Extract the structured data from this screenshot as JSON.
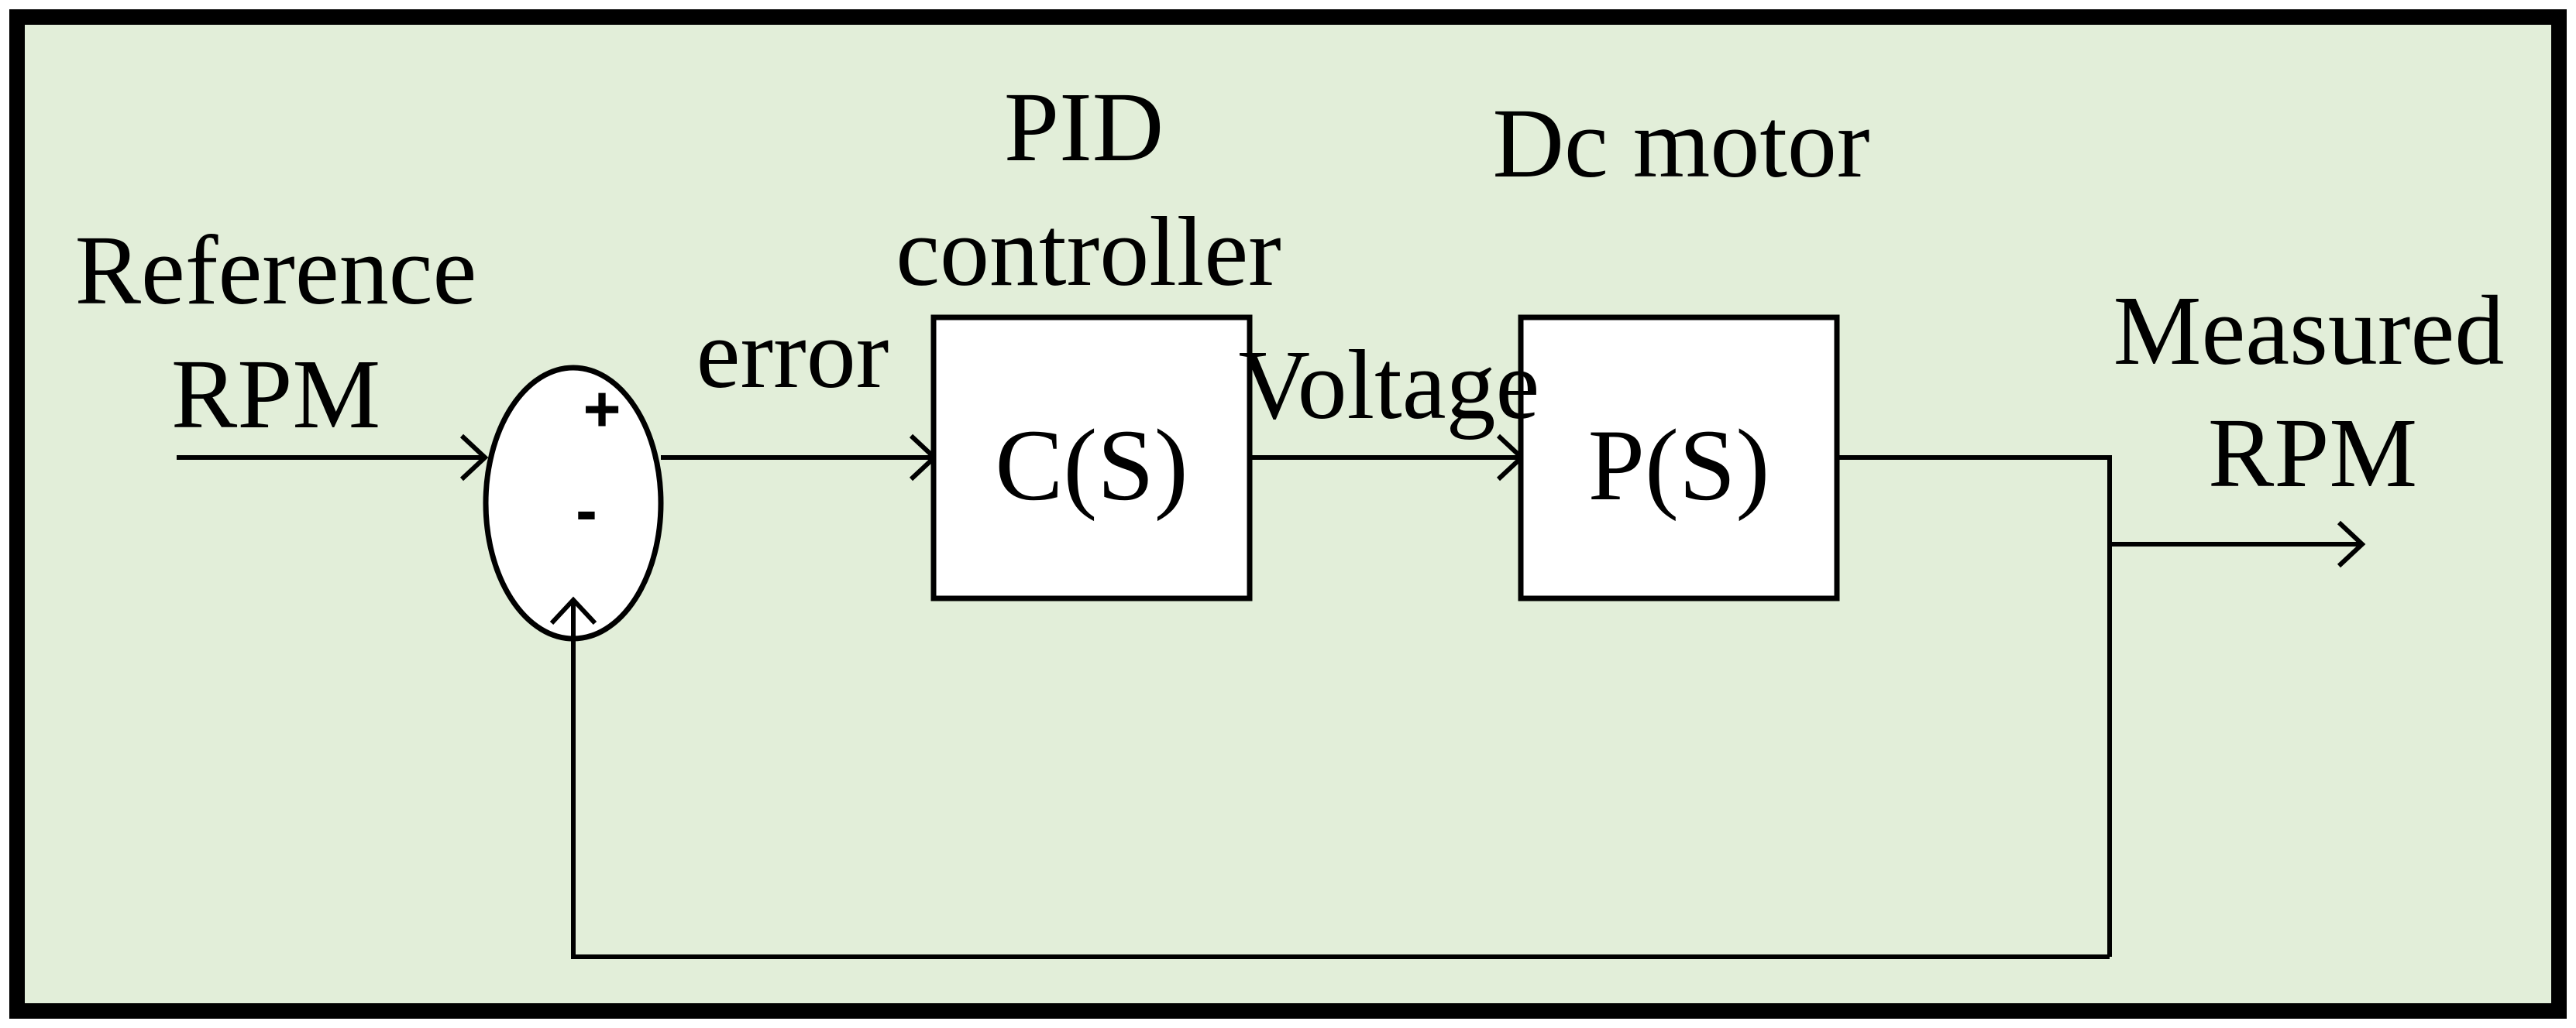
{
  "colors": {
    "background": "#e2eed9",
    "frame": "#000000",
    "block_fill": "#ffffff",
    "line": "#000000"
  },
  "labels": {
    "reference_line1": "Reference",
    "reference_line2": "RPM",
    "error": "error",
    "pid_line1": "PID",
    "pid_line2": "controller",
    "voltage": "Voltage",
    "dc_motor": "Dc motor",
    "measured_line1": "Measured",
    "measured_line2": "RPM"
  },
  "summing_junction": {
    "plus": "+",
    "minus": "-"
  },
  "blocks": {
    "controller": "C(S)",
    "plant": "P(S)"
  }
}
